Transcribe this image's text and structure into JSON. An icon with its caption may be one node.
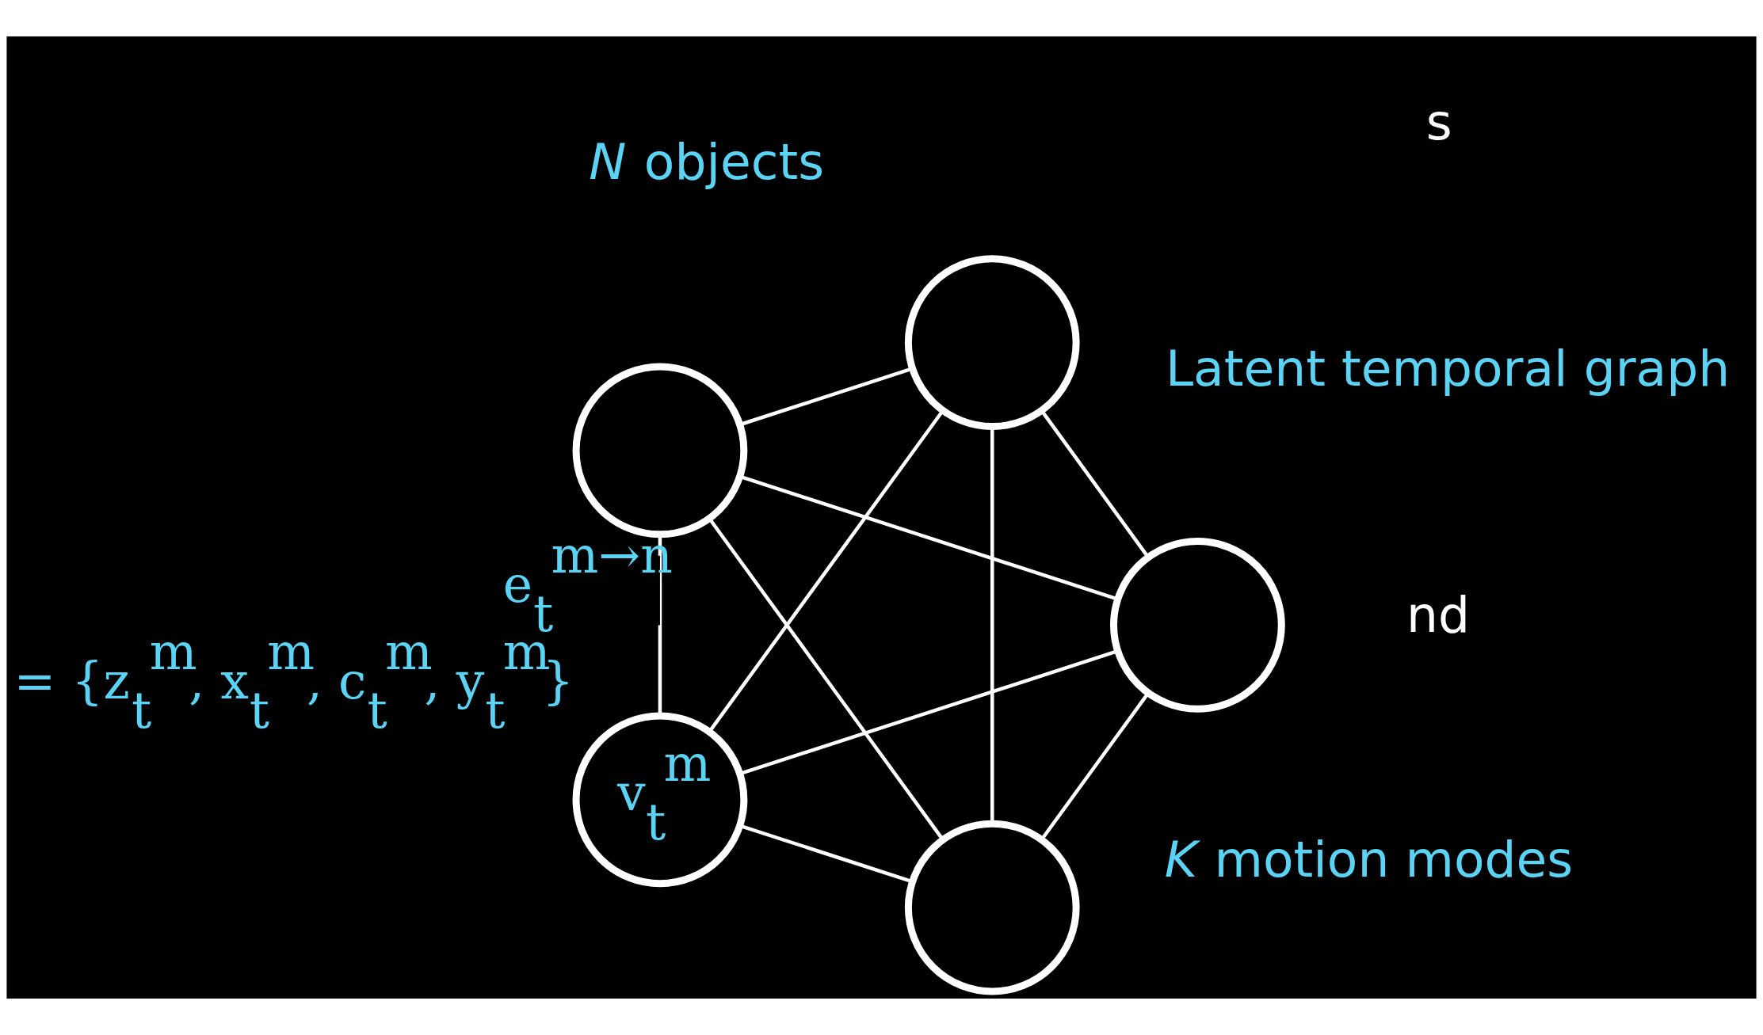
{
  "diagram": {
    "nodes": [
      {
        "text": [],
        "shape": "circle"
      },
      {
        "text": [],
        "shape": "circle"
      },
      {
        "text": [],
        "shape": "circle"
      },
      {
        "text": [],
        "shape": "circle"
      },
      {
        "text": [
          "v$_{t}$$^{m}$"
        ],
        "beside": [
          "= {z$_{t}$$^{m}$, x$_{t}$$^{m}$, c$_{t}$$^{m}$, y$_{t}$$^{m}$}"
        ]
      }
    ],
    "edges": [
      {
        "from": 0,
        "to": 1,
        "arrow": "none"
      },
      {
        "from": 0,
        "to": 2,
        "arrow": "none"
      },
      {
        "from": 0,
        "to": 3,
        "arrow": "none"
      },
      {
        "from": 0,
        "to": 4,
        "arrow": "none"
      },
      {
        "from": 1,
        "to": 2,
        "arrow": "none"
      },
      {
        "from": 1,
        "to": 3,
        "arrow": "none"
      },
      {
        "from": 1,
        "to": 4,
        "arrow": "none"
      },
      {
        "from": 2,
        "to": 3,
        "arrow": "none"
      },
      {
        "from": 2,
        "to": 4,
        "arrow": "none",
        "label": "e$_{t}$$^{m→n}$"
      },
      {
        "from": 3,
        "to": 4,
        "arrow": "none"
      }
    ],
    "labels": [
      "Latent temporal graph",
      "*N* objects",
      "*K* motion modes",
      "nd",
      "s"
    ]
  }
}
